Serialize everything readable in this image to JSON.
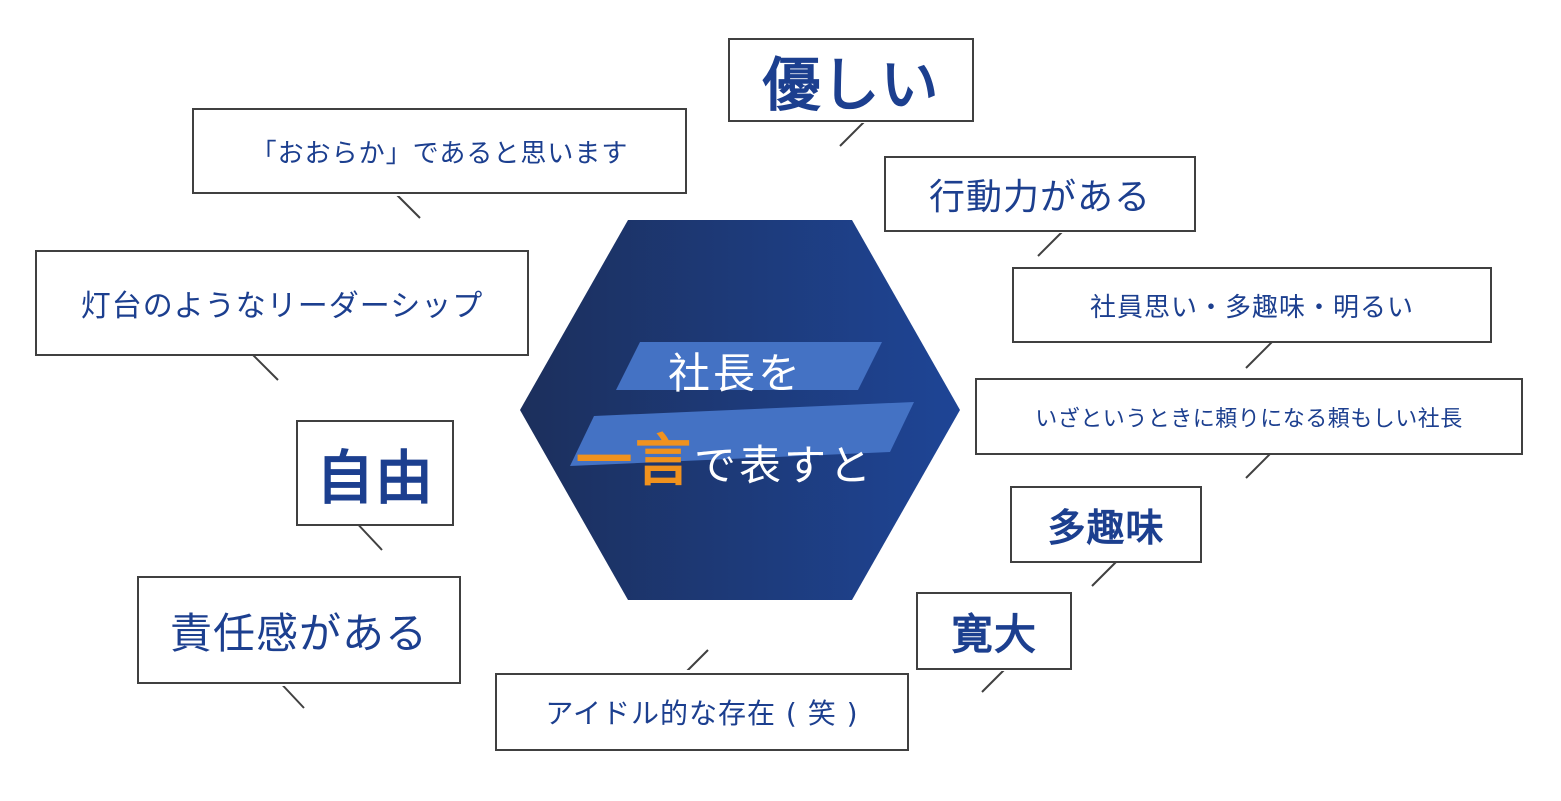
{
  "center": {
    "line1": "社長を",
    "line2_accent": "一言",
    "line2_rest": "で表すと",
    "colors": {
      "hex_left": "#1c2f5c",
      "hex_right": "#1e4596",
      "stripe": "#4472c4",
      "accent": "#f0921e"
    }
  },
  "bubbles": {
    "yasashii": "優しい",
    "ooraka": "「おおらか」であると思います",
    "koudouryoku": "行動力がある",
    "shain_omoi": "社員思い・多趣味・明るい",
    "todai": "灯台のようなリーダーシップ",
    "tayorishii": "いざというときに頼りになる頼もしい社長",
    "jiyuu": "自由",
    "tashumi": "多趣味",
    "sekinin": "責任感がある",
    "kandai": "寛大",
    "idol": "アイドル的な存在 ( 笑 )"
  },
  "colors": {
    "text": "#1c3f8f",
    "border": "#404040"
  }
}
